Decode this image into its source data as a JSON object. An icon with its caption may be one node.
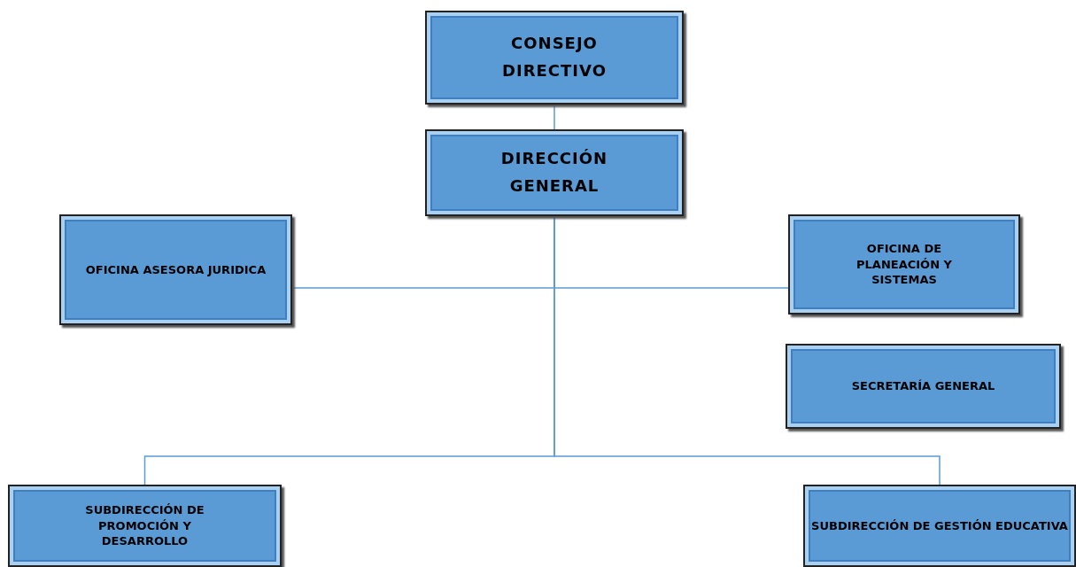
{
  "diagram": {
    "nodes": [
      {
        "text": [
          "CONSEJO DIRECTIVO"
        ]
      },
      {
        "text": [
          "DIRECCIÓN GENERAL"
        ]
      },
      {
        "text": [
          "OFICINA ASESORA JURIDICA"
        ]
      },
      {
        "text": [
          "OFICINA DE PLANEACIÓN Y SISTEMAS"
        ]
      },
      {
        "text": [
          "SECRETARÍA GENERAL"
        ]
      },
      {
        "text": [
          "SUBDIRECCIÓN DE PROMOCIÓN Y DESARROLLO"
        ]
      },
      {
        "text": [
          "SUBDIRECCIÓN DE GESTIÓN EDUCATIVA"
        ]
      }
    ],
    "edges": [
      {
        "from": 0,
        "to": 1,
        "arrow": "none"
      },
      {
        "from": 1,
        "to": 2,
        "arrow": "none"
      },
      {
        "from": 1,
        "to": 3,
        "arrow": "none"
      },
      {
        "from": 1,
        "to": 5,
        "arrow": "none"
      },
      {
        "from": 1,
        "to": 6,
        "arrow": "none"
      }
    ]
  }
}
